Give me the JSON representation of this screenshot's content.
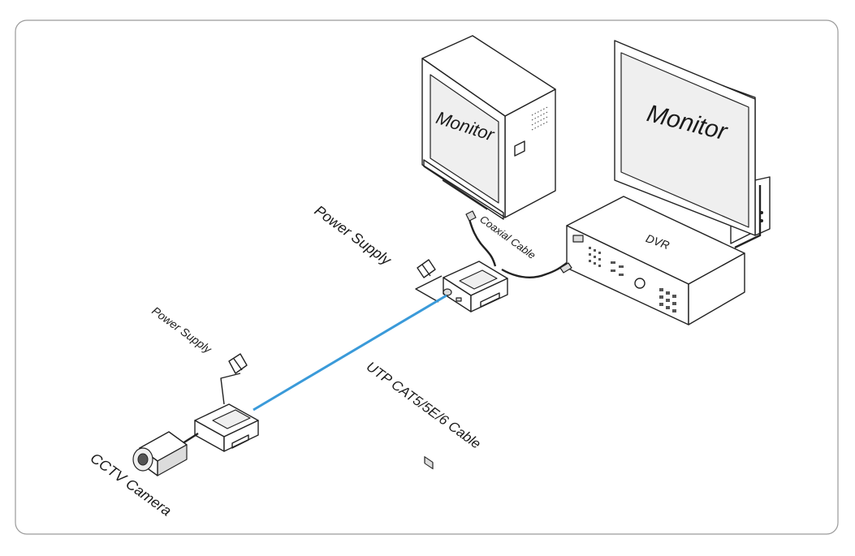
{
  "labels": {
    "monitor_crt": "Monitor",
    "monitor_lcd": "Monitor",
    "dvr": "DVR",
    "coaxial_cable": "Coaxial Cable",
    "power_supply_receiver": "Power Supply",
    "power_supply_transmitter": "Power Supply",
    "utp_cable": "UTP CAT5/5E/6 Cable",
    "cctv_camera": "CCTV Camera"
  },
  "colors": {
    "utp_cable": "#3a9ad9",
    "outline": "#222222",
    "frame": "#9a9a9a"
  }
}
